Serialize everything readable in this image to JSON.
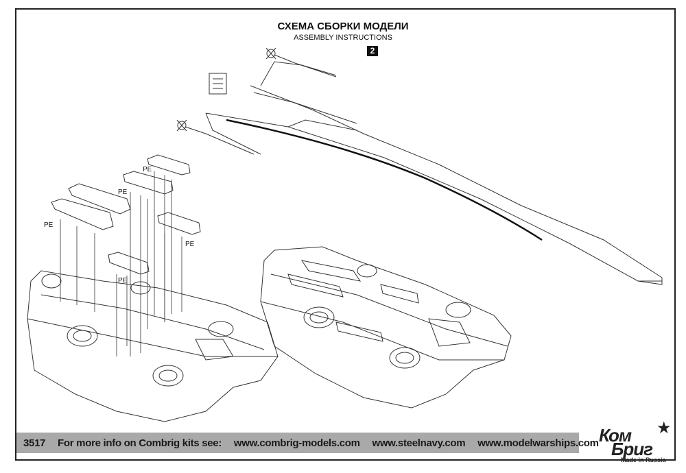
{
  "header": {
    "title_ru": "СХЕМА СБОРКИ МОДЕЛИ",
    "title_en": "ASSEMBLY INSTRUCTIONS",
    "step_number": "2"
  },
  "labels": {
    "pe_1": "PE",
    "pe_2": "PE",
    "pe_3": "PE",
    "pe_4": "PE",
    "pe_5": "PE"
  },
  "footer": {
    "kit_number": "3517",
    "info_text": "For more info on Combrig kits see:",
    "links": [
      "www.combrig-models.com",
      "www.steelnavy.com",
      "www.modelwarships.com"
    ]
  },
  "brand": {
    "logo_line1": "Ком",
    "logo_line2": "Бриг",
    "made_in": "Made in Russia"
  }
}
